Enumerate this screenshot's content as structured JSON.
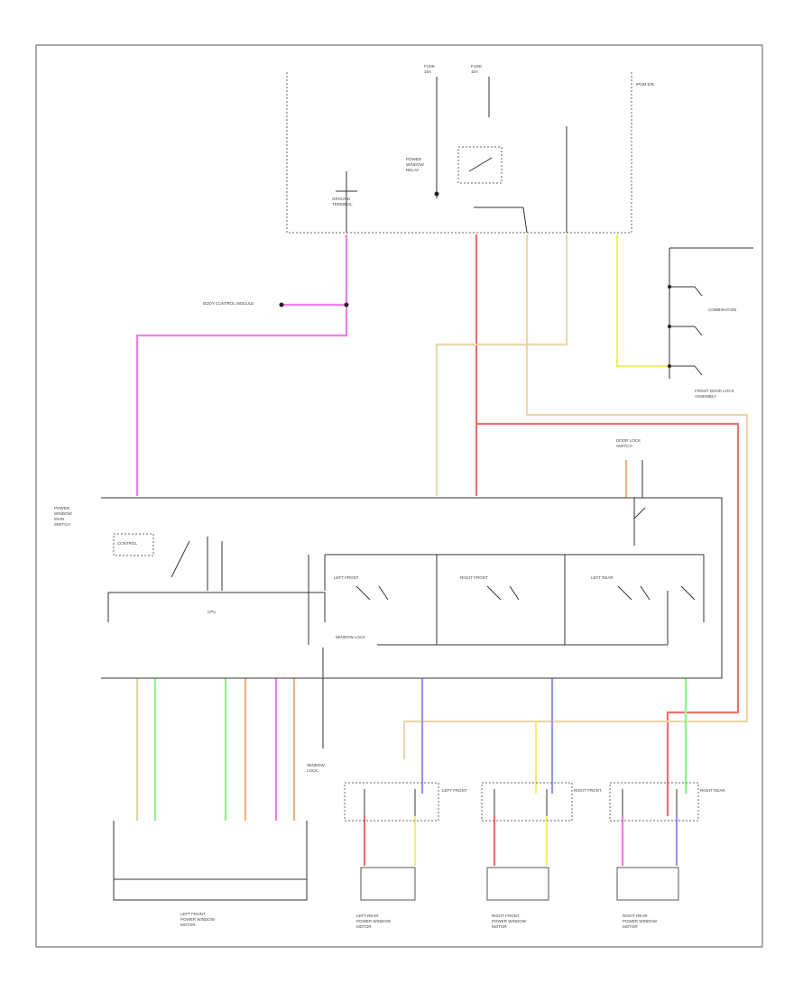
{
  "diagram": {
    "footer_id": "",
    "components": [
      {
        "key": "ipdm",
        "label": "IPDM E/R"
      },
      {
        "key": "fuse_left",
        "label": "15A FUSE"
      },
      {
        "key": "fuse_right",
        "label": "10A FUSE"
      },
      {
        "key": "power_relay",
        "label": "POWER WINDOW RELAY"
      },
      {
        "key": "bcm",
        "label": "BODY CONTROL MODULE"
      },
      {
        "key": "ground_top",
        "label": "GROUND"
      },
      {
        "key": "combination_switch",
        "label": "COMBINATION SWITCH"
      },
      {
        "key": "door_lock_switch",
        "label": "DOOR LOCK SWITCH"
      },
      {
        "key": "main_switch",
        "label": "POWER WINDOW MAIN SWITCH"
      },
      {
        "key": "cpu",
        "label": "CPU"
      },
      {
        "key": "window_lock",
        "label": "WINDOW LOCK SWITCH"
      },
      {
        "key": "lf_switch",
        "label": "LEFT FRONT POWER WINDOW SWITCH"
      },
      {
        "key": "rf_switch",
        "label": "RIGHT FRONT POWER WINDOW SWITCH"
      },
      {
        "key": "lr_switch",
        "label": "LEFT REAR POWER WINDOW SWITCH"
      },
      {
        "key": "rr_switch",
        "label": "RIGHT REAR POWER WINDOW SWITCH"
      },
      {
        "key": "lf_motor",
        "label": "LEFT FRONT POWER WINDOW MOTOR"
      },
      {
        "key": "lr_motor",
        "label": "LEFT REAR POWER WINDOW MOTOR"
      },
      {
        "key": "rf_motor",
        "label": "RIGHT FRONT POWER WINDOW MOTOR"
      },
      {
        "key": "rr_motor",
        "label": "RIGHT REAR POWER WINDOW MOTOR"
      },
      {
        "key": "front_door_lock",
        "label": "FRONT DOOR LOCK ASSEMBLY"
      }
    ],
    "colors": {
      "pink": "#f07ff0",
      "red": "#f07070",
      "tan": "#ead8a8",
      "yellow": "#f0f070",
      "green": "#90f090",
      "orange": "#f0b080",
      "blue": "#9898f0",
      "olive": "#d8d8a0",
      "line": "#333333"
    }
  }
}
